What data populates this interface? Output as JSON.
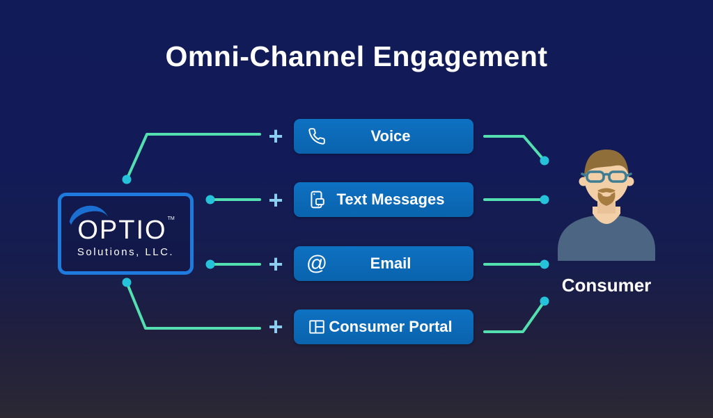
{
  "title": "Omni-Channel Engagement",
  "logo": {
    "brand": "OPTIO",
    "trademark": "TM",
    "subtitle": "Solutions, LLC."
  },
  "plus_symbol": "+",
  "channels": [
    {
      "label": "Voice",
      "icon": "phone-icon"
    },
    {
      "label": "Text Messages",
      "icon": "text-message-icon"
    },
    {
      "label": "Email",
      "icon": "at-sign-icon"
    },
    {
      "label": "Consumer Portal",
      "icon": "portal-grid-icon"
    }
  ],
  "consumer": {
    "label": "Consumer",
    "icon": "male-avatar-glasses"
  },
  "icons": {
    "at_glyph": "@"
  },
  "colors": {
    "background_top": "#111b57",
    "background_bottom": "#2b2834",
    "button_blue": "#0a68b8",
    "logo_border_blue": "#1f7ade",
    "connector_teal": "#53dfb0",
    "dot_cyan": "#25c2da",
    "plus_light_blue": "#8ccdf2",
    "text_white": "#ffffff"
  }
}
